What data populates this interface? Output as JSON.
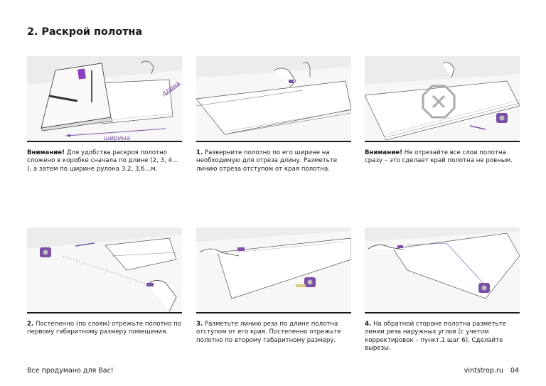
{
  "title": "2. Раскрой полотна",
  "steps": [
    {
      "bold": "Внимание!",
      "text": " Для удобства раскроя полотно сложено в коробке сначала по длине (2, 3, 4… ), а затем по ширине рулона 3,2, 3,6…м.",
      "label_width": "ширина",
      "label_length": "длина"
    },
    {
      "bold": "1.",
      "text": " Разверните полотно по его ширине на необходимую для отреза длину. Разметьте линию отреза отступом от края полотна."
    },
    {
      "bold": "Внимание!",
      "text": " Не отрезайте все слои полотна сразу – это сделает край полотна не ровным."
    },
    {
      "bold": "2.",
      "text": " Постепенно (по слоям) отрежьте полотно по первому габаритному размеру помещения."
    },
    {
      "bold": "3.",
      "text": " Разметьте линию реза по длине полотна отступом от его края. Постепенно отрежьте полотно по второму габаритному размеру."
    },
    {
      "bold": "4.",
      "text": " На обратной стороне полотна разметьте линии реза наружных углов (с учетом корректировок – пункт.1 шаг 6). Сделайте вырезы."
    }
  ],
  "footer": {
    "slogan": "Все продумано для Вас!",
    "site": "vintstrop.ru",
    "page": "04"
  },
  "colors": {
    "accent": "#7b4fa8",
    "background": "#ececec",
    "text": "#1a1a1a"
  },
  "icons": [
    "box-illustration",
    "measuring-tape-icon",
    "scissors-icon",
    "cross-out-icon",
    "hand-icon"
  ]
}
